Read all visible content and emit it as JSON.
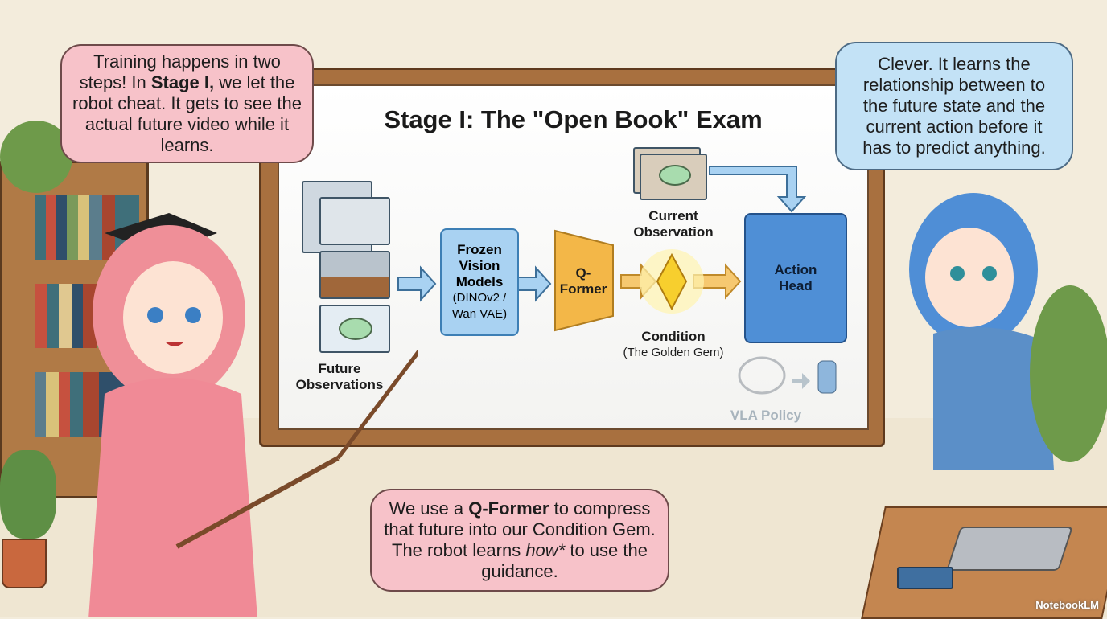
{
  "whiteboard": {
    "title": "Stage I: The \"Open Book\" Exam",
    "future_observations": [
      "Future",
      "Observations"
    ],
    "frozen_vision": {
      "title_lines": [
        "Frozen",
        "Vision",
        "Models"
      ],
      "detail_lines": [
        "(DINOv2 /",
        "Wan VAE)"
      ]
    },
    "qformer": [
      "Q-",
      "Former"
    ],
    "current_observation": [
      "Current",
      "Observation"
    ],
    "condition": {
      "title": "Condition",
      "detail": "(The Golden Gem)"
    },
    "action_head": [
      "Action",
      "Head"
    ],
    "vla_policy": "VLA Policy"
  },
  "bubbles": {
    "left": {
      "pre": "Training happens in two steps! In ",
      "bold": "Stage I,",
      "post": " we let the robot cheat. It gets to see the actual future video while it learns."
    },
    "right": {
      "text": "Clever. It learns the relationship between to the future state and the current action before it has to predict anything."
    },
    "bottom": {
      "pre": "We use a ",
      "bold": "Q-Former",
      "mid": " to compress that future into our Condition Gem. The robot learns ",
      "italic": "how*",
      "post": " to use the guidance."
    }
  },
  "watermark": "NotebookLM",
  "colors": {
    "pink_bubble": "#f7c2c9",
    "blue_bubble": "#c3e2f6",
    "action_head": "#4f8fd6",
    "qformer": "#f3b748",
    "vision_box": "#a9d2f2"
  }
}
